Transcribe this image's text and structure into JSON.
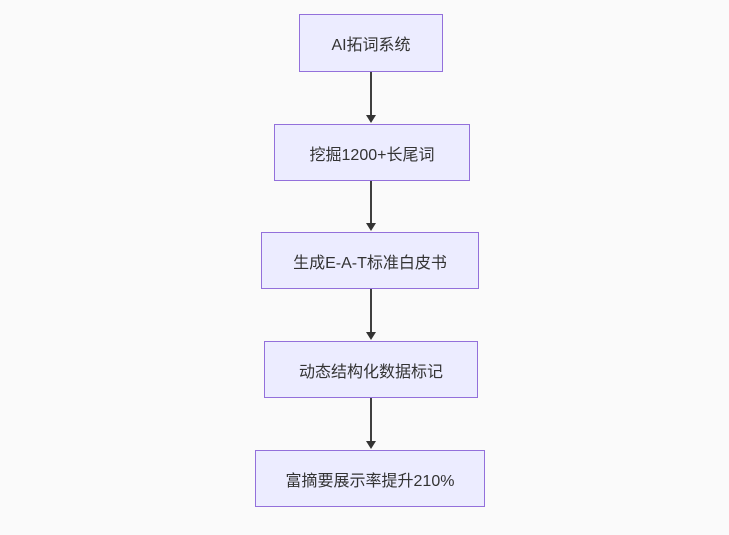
{
  "diagram": {
    "type": "flowchart-top-down",
    "nodes": [
      {
        "id": "A",
        "label": "AI拓词系统"
      },
      {
        "id": "B",
        "label": "挖掘1200+长尾词"
      },
      {
        "id": "C",
        "label": "生成E-A-T标准白皮书"
      },
      {
        "id": "D",
        "label": "动态结构化数据标记"
      },
      {
        "id": "E",
        "label": "富摘要展示率提升210%"
      }
    ],
    "edges": [
      {
        "from": "A",
        "to": "B"
      },
      {
        "from": "B",
        "to": "C"
      },
      {
        "from": "C",
        "to": "D"
      },
      {
        "from": "D",
        "to": "E"
      }
    ],
    "colors": {
      "node_fill": "#ECECFF",
      "node_border": "#9370DB",
      "edge_line": "#333333",
      "text": "#333333",
      "background": "#fafafa"
    }
  }
}
